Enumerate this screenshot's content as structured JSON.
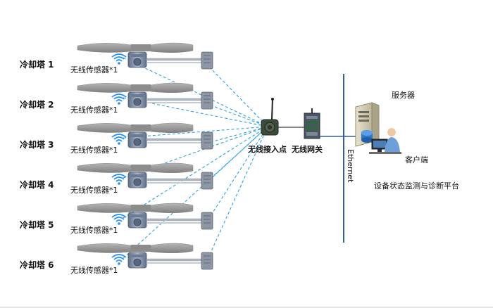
{
  "towers": [
    {
      "name": "冷却塔 1",
      "sensor": "无线传感器*1"
    },
    {
      "name": "冷却塔 2",
      "sensor": "无线传感器*1"
    },
    {
      "name": "冷却塔 3",
      "sensor": "无线传感器*1"
    },
    {
      "name": "冷却塔 4",
      "sensor": "无线传感器*1"
    },
    {
      "name": "冷却塔 5",
      "sensor": "无线传感器*1"
    },
    {
      "name": "冷却塔 6",
      "sensor": "无线传感器*1"
    }
  ],
  "access_point": {
    "label": "无线接入点",
    "icon": "antenna-device-icon"
  },
  "gateway": {
    "label": "无线网关",
    "icon": "gateway-switch-icon"
  },
  "network": {
    "label": "Ethernet"
  },
  "server": {
    "label": "服务器",
    "icon": "server-tower-icon"
  },
  "client": {
    "label": "客户端",
    "icon": "workstation-user-icon"
  },
  "platform": {
    "label": "设备状态监测与诊断平台"
  },
  "colors": {
    "wireless_link": "#29a3e0",
    "ethernet_line": "#2f5f9f",
    "blade": "#9a9a9a",
    "motor": "#7b8aa3",
    "wifi_icon": "#1e90ff"
  }
}
